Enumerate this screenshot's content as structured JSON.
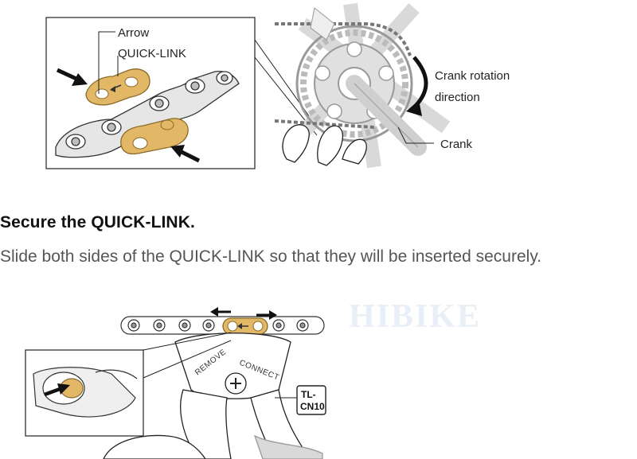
{
  "figure_top": {
    "callout_arrow": "Arrow",
    "callout_quicklink": "QUICK-LINK",
    "callout_crank_rotation_line1": "Crank rotation",
    "callout_crank_rotation_line2": "direction",
    "callout_crank": "Crank"
  },
  "step": {
    "title": "Secure the QUICK-LINK.",
    "description": "Slide both sides of the QUICK-LINK so that they will be inserted securely."
  },
  "figure_bottom": {
    "tool_text_remove": "REMOVE",
    "tool_text_connect": "CONNECT",
    "tool_model_line1": "TL-",
    "tool_model_line2": "CN10"
  },
  "watermark": "HIBIKE",
  "colors": {
    "gold": "#e2b866",
    "gold_dark": "#b88a3a",
    "line": "#1a1a1a",
    "gray_fill": "#d9d9d9",
    "gray_stroke": "#9a9a9a"
  }
}
